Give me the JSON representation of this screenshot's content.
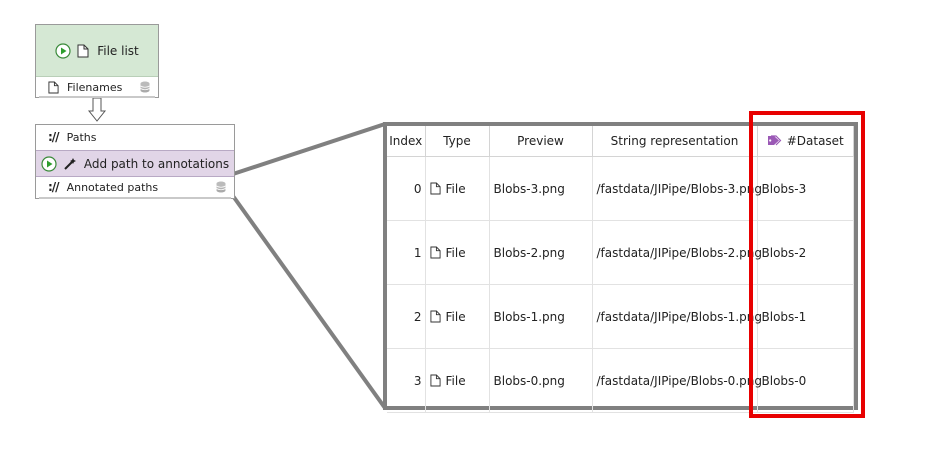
{
  "node_file_list": {
    "title": "File list",
    "output_slot": "Filenames"
  },
  "node_add_path": {
    "input_slot": "Paths",
    "title": "Add path to annotations",
    "output_slot": "Annotated paths",
    "protocol_glyph": "://"
  },
  "table": {
    "headers": {
      "index": "Index",
      "type": "Type",
      "preview": "Preview",
      "string_repr": "String representation",
      "annotation": "#Dataset"
    },
    "rows": [
      {
        "index": "0",
        "type": "File",
        "preview": "Blobs-3.png",
        "string_repr": "/fastdata/JIPipe/Blobs-3.png",
        "dataset": "Blobs-3"
      },
      {
        "index": "1",
        "type": "File",
        "preview": "Blobs-2.png",
        "string_repr": "/fastdata/JIPipe/Blobs-2.png",
        "dataset": "Blobs-2"
      },
      {
        "index": "2",
        "type": "File",
        "preview": "Blobs-1.png",
        "string_repr": "/fastdata/JIPipe/Blobs-1.png",
        "dataset": "Blobs-1"
      },
      {
        "index": "3",
        "type": "File",
        "preview": "Blobs-0.png",
        "string_repr": "/fastdata/JIPipe/Blobs-0.png",
        "dataset": "Blobs-0"
      }
    ]
  },
  "colors": {
    "file_list_header": "#d5e8d4",
    "annotation_node_header": "#e1d5e7",
    "highlight_box": "#e80000",
    "zoom_frame": "#808080",
    "tag_icon": "#9b59b6"
  }
}
